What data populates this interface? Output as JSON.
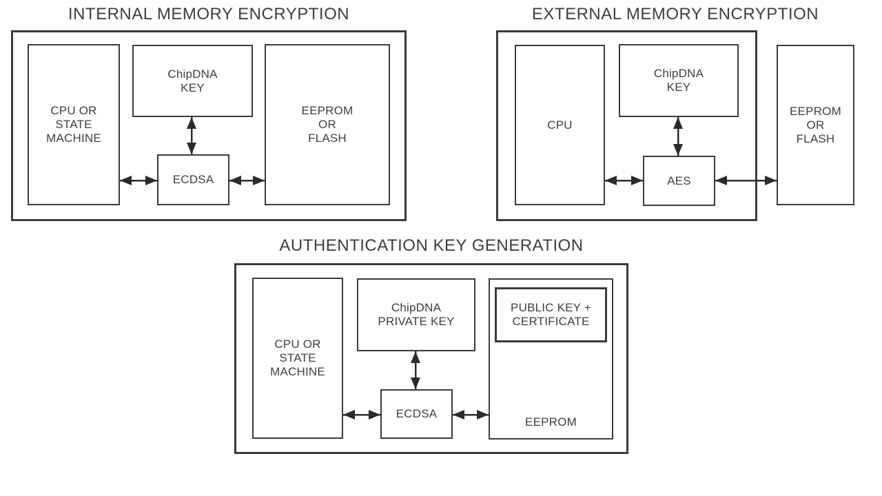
{
  "colors": {
    "background": "#ffffff",
    "line": "#3a3a3a",
    "arrow": "#2b2b2b",
    "text": "#3e3e3e"
  },
  "diagrams": [
    {
      "title": "INTERNAL MEMORY ENCRYPTION",
      "blocks": {
        "cpu": "CPU OR\nSTATE\nMACHINE",
        "key": "ChipDNA\nKEY",
        "engine": "ECDSA",
        "memory": "EEPROM\nOR\nFLASH"
      }
    },
    {
      "title": "EXTERNAL MEMORY ENCRYPTION",
      "blocks": {
        "cpu": "CPU",
        "key": "ChipDNA\nKEY",
        "engine": "AES",
        "memory": "EEPROM\nOR\nFLASH"
      }
    },
    {
      "title": "AUTHENTICATION KEY GENERATION",
      "blocks": {
        "cpu": "CPU OR\nSTATE\nMACHINE",
        "key": "ChipDNA\nPRIVATE KEY",
        "engine": "ECDSA",
        "memory": "EEPROM",
        "pubkey": "PUBLIC KEY +\nCERTIFICATE"
      }
    }
  ]
}
